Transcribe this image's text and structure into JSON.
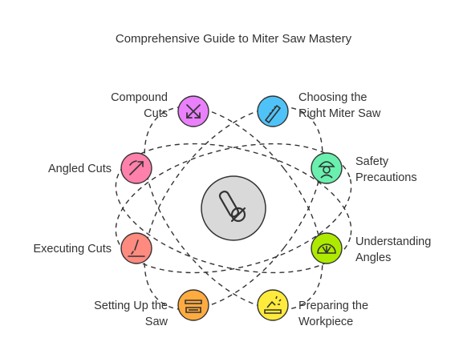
{
  "title": "Comprehensive Guide to Miter Saw Mastery",
  "center": {
    "icon": "miter-saw-icon",
    "fill": "#d9d9d9"
  },
  "nodes": [
    {
      "id": "choosing",
      "label": "Choosing the\nRight Miter Saw",
      "icon": "saw-blade-icon",
      "fill": "#4fc3f7"
    },
    {
      "id": "safety",
      "label": "Safety\nPrecautions",
      "icon": "hard-hat-worker-icon",
      "fill": "#69f0ae"
    },
    {
      "id": "angles",
      "label": "Understanding\nAngles",
      "icon": "protractor-icon",
      "fill": "#aeea00"
    },
    {
      "id": "workpiece",
      "label": "Preparing the\nWorkpiece",
      "icon": "sanding-icon",
      "fill": "#ffeb3b"
    },
    {
      "id": "setup",
      "label": "Setting Up the\nSaw",
      "icon": "workbench-icon",
      "fill": "#ffab40"
    },
    {
      "id": "executing",
      "label": "Executing Cuts",
      "icon": "cutting-icon",
      "fill": "#ff8a80"
    },
    {
      "id": "angled",
      "label": "Angled Cuts",
      "icon": "angle-arrow-icon",
      "fill": "#ff80ab"
    },
    {
      "id": "compound",
      "label": "Compound\nCuts",
      "icon": "diagonal-arrows-icon",
      "fill": "#ea80fc"
    }
  ]
}
